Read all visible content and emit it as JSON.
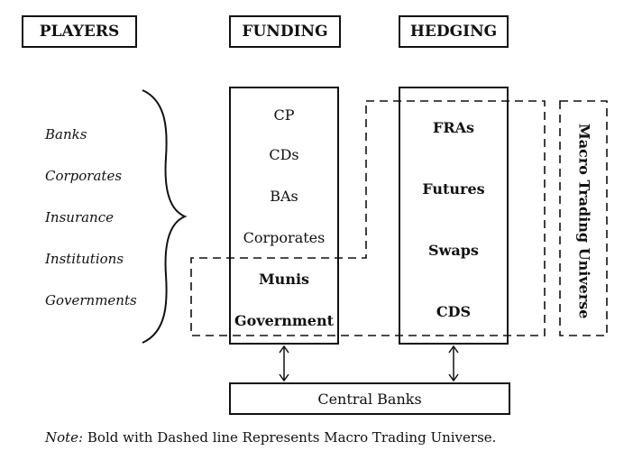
{
  "headers": {
    "players": "PLAYERS",
    "funding": "FUNDING",
    "hedging": "HEDGING"
  },
  "players": [
    "Banks",
    "Corporates",
    "Insurance",
    "Institutions",
    "Governments"
  ],
  "funding": {
    "items": [
      "CP",
      "CDs",
      "BAs",
      "Corporates",
      "Munis",
      "Government"
    ]
  },
  "hedging": {
    "items": [
      "FRAs",
      "Futures",
      "Swaps",
      "CDS"
    ]
  },
  "macro_label": "Macro Trading Universe",
  "central_banks": "Central Banks",
  "note": {
    "lead": "Note:",
    "text": " Bold with Dashed line Represents Macro Trading Universe."
  }
}
